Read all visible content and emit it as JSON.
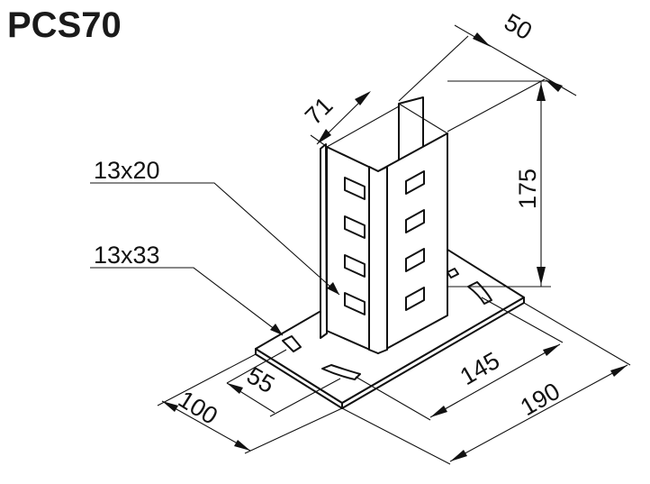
{
  "title": "PCS70",
  "dimensions": {
    "width_top": "50",
    "depth_top": "71",
    "height": "175",
    "slot_column": "13x20",
    "slot_plate": "13x33",
    "hole_spacing_short": "55",
    "plate_short": "100",
    "hole_spacing_long": "145",
    "plate_long": "190"
  }
}
